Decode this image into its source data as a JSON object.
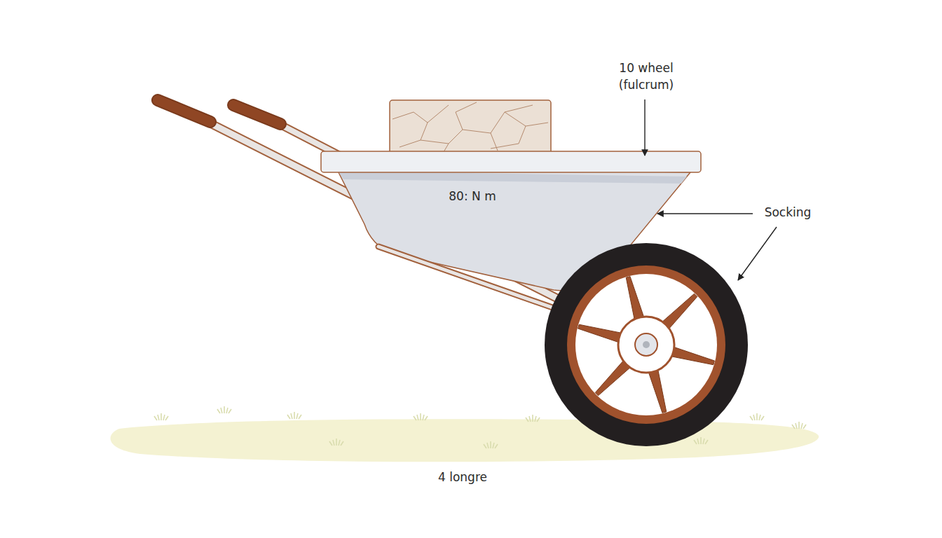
{
  "diagram": {
    "labels": [
      "10 wheel (fulcrum)",
      "80: N m",
      "Socking",
      "4 longre"
    ]
  }
}
